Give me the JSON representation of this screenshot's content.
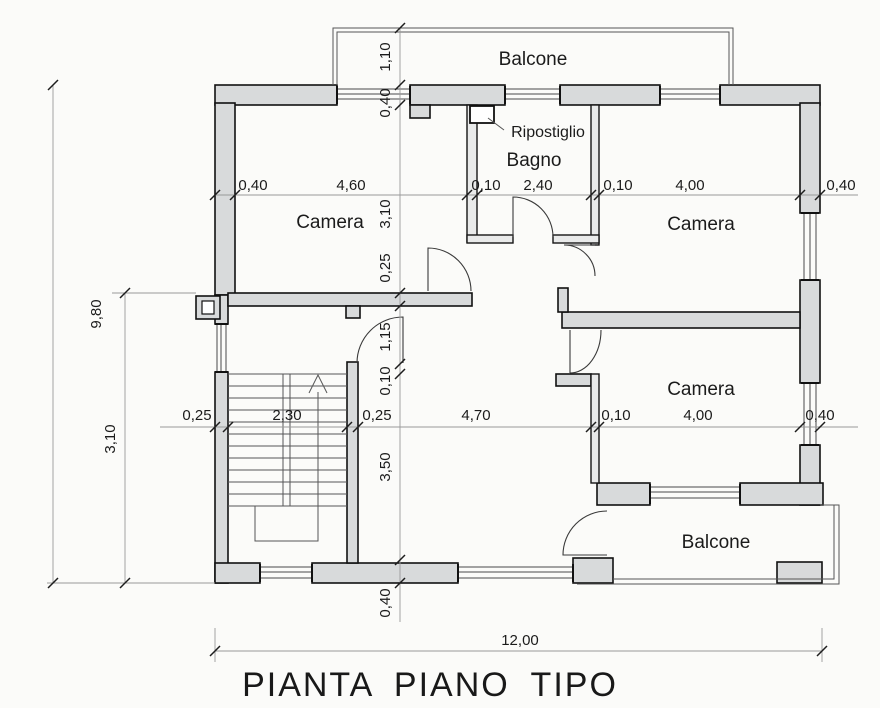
{
  "title": "PIANTA PIANO TIPO",
  "rooms": {
    "balcone_top": "Balcone",
    "ripostiglio": "Ripostiglio",
    "bagno": "Bagno",
    "camera_nw": "Camera",
    "camera_ne": "Camera",
    "camera_se": "Camera",
    "balcone_se": "Balcone"
  },
  "dims": {
    "top": [
      "0,40",
      "4,60",
      "0,10",
      "2,40",
      "0,10",
      "4,00",
      "0,40"
    ],
    "mid": [
      "0,25",
      "2,30",
      "0,25",
      "4,70",
      "0,10",
      "4,00",
      "0,40"
    ],
    "vert": [
      "1,10",
      "0,40",
      "3,10",
      "0,25",
      "1,15",
      "0,10",
      "3,50",
      "0,40"
    ],
    "total_height": "9,80",
    "stairwell": "3,10",
    "total_width": "12,00"
  },
  "colors": {
    "wall_fill": "#d8dadb",
    "partition_fill": "#e9eaea",
    "background": "#fbfbf9"
  }
}
